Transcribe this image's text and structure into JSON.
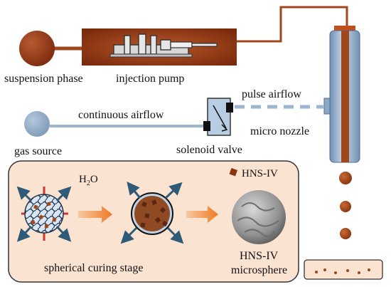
{
  "labels": {
    "suspension_phase": "suspension phase",
    "injection_pump": "injection pump",
    "pulse_airflow": "pulse airflow",
    "continuous_airflow": "continuous airflow",
    "micro_nozzle": "micro nozzle",
    "gas_source": "gas source",
    "solenoid_valve": "solenoid valve",
    "water": "H",
    "water_sub": "2",
    "water_tail": "O",
    "hns_legend": "HNS-IV",
    "curing_stage": "spherical curing stage",
    "microsphere_line1": "HNS-IV",
    "microsphere_line2": "microsphere"
  },
  "colors": {
    "brown_fluid": "#a0471c",
    "pump_body": "#9b3d15",
    "air_blue": "#9cb6cf",
    "gas_blue": "#8ca7c2",
    "panel_fill": "#fbe3d2",
    "arrow_orange": "#f08a3c",
    "teal_arrow": "#2f5b78",
    "sphere_gray": "#8a8a8a"
  }
}
